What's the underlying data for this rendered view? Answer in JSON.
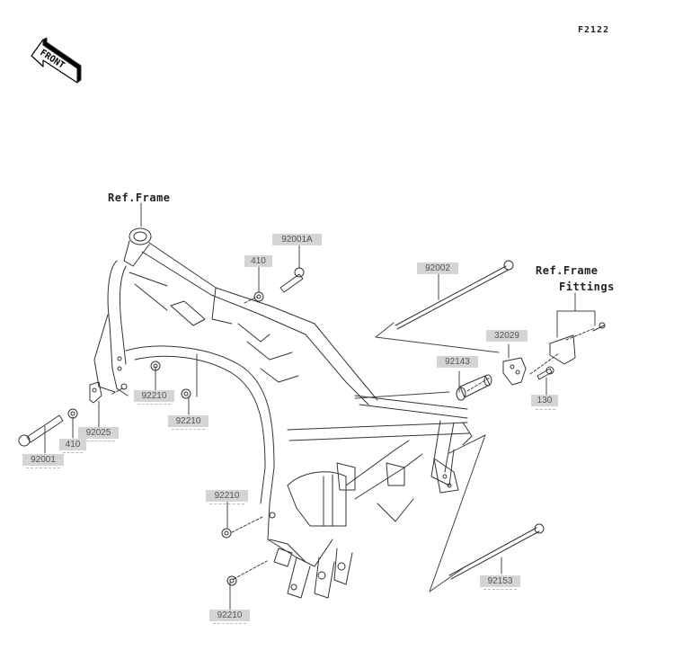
{
  "diagram": {
    "figure_id": "F2122",
    "front_indicator": {
      "label": "FRONT",
      "icon": "front-arrow-icon"
    },
    "references": [
      {
        "id": "ref-frame",
        "text": "Ref.Frame"
      },
      {
        "id": "ref-frame-fittings-1",
        "text": "Ref.Frame"
      },
      {
        "id": "ref-frame-fittings-2",
        "text": "Fittings"
      }
    ],
    "part_labels": [
      {
        "id": "p-92001a",
        "part_no": "92001A"
      },
      {
        "id": "p-410-top",
        "part_no": "410"
      },
      {
        "id": "p-92002",
        "part_no": "92002"
      },
      {
        "id": "p-32029",
        "part_no": "32029"
      },
      {
        "id": "p-92143",
        "part_no": "92143"
      },
      {
        "id": "p-130",
        "part_no": "130"
      },
      {
        "id": "p-92210-a",
        "part_no": "92210"
      },
      {
        "id": "p-92210-b",
        "part_no": "92210"
      },
      {
        "id": "p-92025",
        "part_no": "92025"
      },
      {
        "id": "p-410-bottom",
        "part_no": "410"
      },
      {
        "id": "p-92001",
        "part_no": "92001"
      },
      {
        "id": "p-92210-c",
        "part_no": "92210"
      },
      {
        "id": "p-92210-d",
        "part_no": "92210"
      },
      {
        "id": "p-92153",
        "part_no": "92153"
      }
    ]
  }
}
